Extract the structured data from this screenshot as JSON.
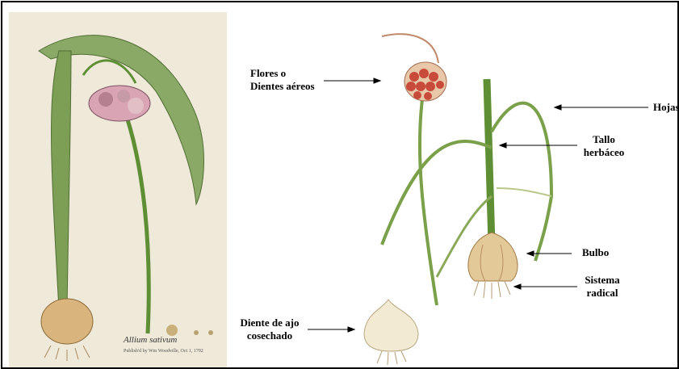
{
  "labels": {
    "flores": [
      "Flores o",
      "Dientes aéreos"
    ],
    "hojas": "Hojas",
    "tallo": [
      "Tallo",
      "herbáceo"
    ],
    "bulbo": "Bulbo",
    "sistema": [
      "Sistema",
      "radical"
    ],
    "diente": [
      "Diente de ajo",
      "cosechado"
    ]
  },
  "plate_caption": "Allium sativum",
  "plate_imprint": "Publish'd by Wm Woodville, Oct 1, 1792",
  "colors": {
    "plate_bg": "#efe9d9",
    "leaf": "#6f9a45",
    "stem": "#5f8f35",
    "bulb": "#e3c898",
    "bulbil": "#c84a3a"
  }
}
